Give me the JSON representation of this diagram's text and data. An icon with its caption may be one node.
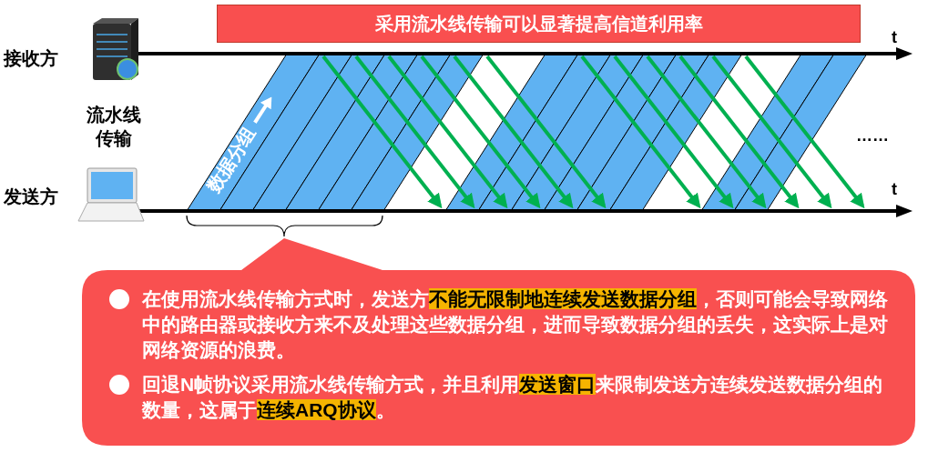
{
  "diagram": {
    "title": "采用流水线传输可以显著提高信道利用率",
    "nodes": [
      {
        "text": [
          "接收方"
        ]
      },
      {
        "text": [
          "发送方"
        ]
      },
      {
        "text": [
          "在使用流水线传输方式时，发送方**不能无限制地连续发送数据分组**，否则可能会导致网络中的路由器或接收方来不及处理这些数据分组，进而导致数据分组的丢失，这实际上是对网络资源的浪费。",
          "回退N帧协议采用流水线传输方式，并且利用**发送窗口**来限制发送方连续发送数据分组的数量，这属于**连续ARQ协议**。"
        ]
      }
    ],
    "labels": [
      "t",
      "t",
      "流水线传输",
      "数据分组",
      "……"
    ]
  }
}
